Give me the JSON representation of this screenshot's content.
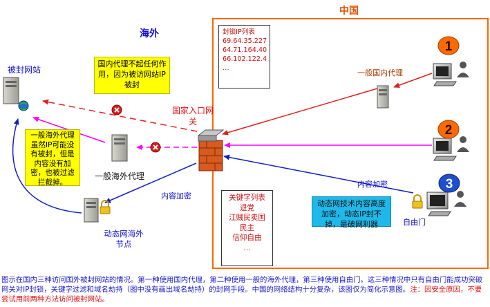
{
  "regions": {
    "overseas": "海外",
    "china": "中国"
  },
  "blocked_site": "被封网站",
  "ip_list": {
    "title": "封锁IP列表",
    "items": [
      "69.64.35.227",
      "64.71.164.40",
      "66.102.122.4",
      "…"
    ]
  },
  "domestic_proxy": "一般国内代理",
  "domestic_note": "国内代理不起任何作用，因为被访网站IP被封",
  "gateway": "国家入口网关",
  "overseas_note": "一般海外代理虽然IP可能没有被封，但是内容没有加密，也被过滤拦截掉。",
  "overseas_proxy": "一般海外代理",
  "content_encrypt_left": "内容加密",
  "dynamic_node": "动态网海外节点",
  "keywords": {
    "title": "关键字列表",
    "items": [
      "退党",
      "江贼民卖国",
      "民主",
      "信仰自由",
      "…"
    ]
  },
  "content_encrypt_right": "内容加密",
  "freegate_note": "动态网技术内容高度加密，动态IP封不掉，是破网利器",
  "freegate": "自由门",
  "badges": [
    "1",
    "2",
    "3"
  ],
  "caption": {
    "main": "图示在国内三种访问国外被封网站的情况。第一种使用国内代理，第二种使用一般的海外代理，第三种使用自由门。这三种情况中只有自由门能成功突破网关对IP封锁，关键字过滤和域名劫持（图中没有画出域名劫持）的封网手段。中国的网络结构十分复杂，该图仅为简化示意图。",
    "warning": "注：因安全原因，不要尝试用前两种方法访问被封网站。"
  },
  "colors": {
    "red_line": "#e02020",
    "magenta_line": "#ff00ff",
    "blue_line": "#1020c8",
    "border": "#ff6600",
    "badge": "#ff6600"
  }
}
